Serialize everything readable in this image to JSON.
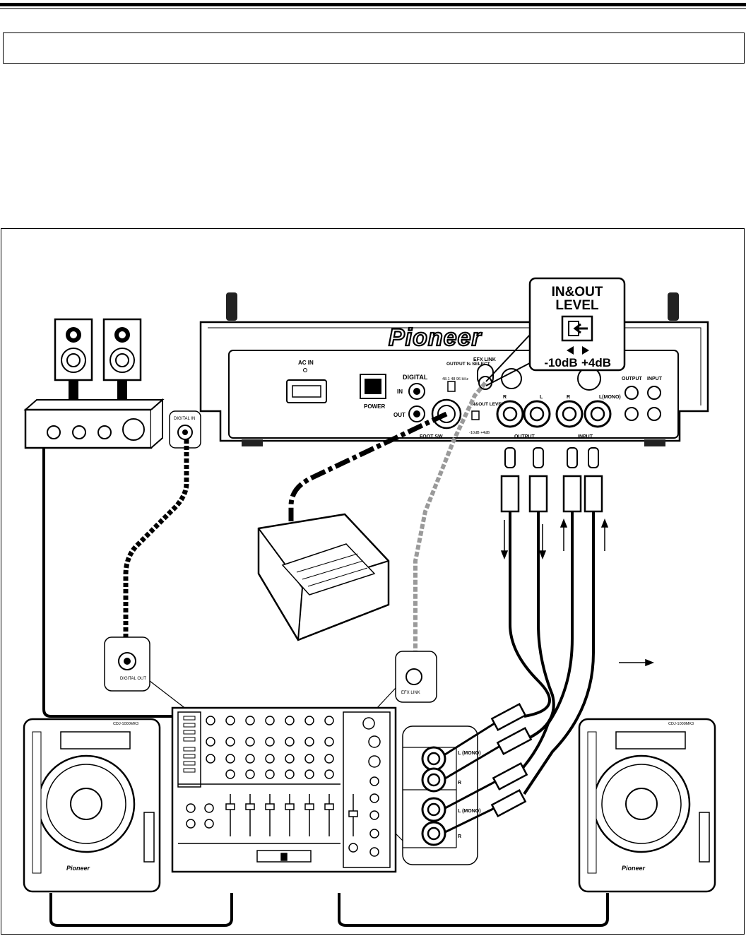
{
  "labels": {
    "ac_in": "AC IN",
    "power": "POWER",
    "digital": "DIGITAL",
    "in": "IN",
    "out": "OUT",
    "output_fs_select": "OUTPUT fs SELECT",
    "fs_values": "48.1 48 96 kHz",
    "efx_link": "EFX LINK",
    "in_out_level": "IN&OUT LEVEL",
    "level_small": "-10dB +4dB",
    "foot_sw": "FOOT SW",
    "r": "R",
    "l": "L",
    "l_mono": "L(MONO)",
    "output": "OUTPUT",
    "input": "INPUT",
    "callout_title_1": "IN&OUT",
    "callout_title_2": "LEVEL",
    "callout_minus": "-10dB",
    "callout_plus": "+4dB",
    "amp_digital_in": "DIGITAL IN",
    "mixer_digital_out": "DIGITAL OUT",
    "mixer_efx_link": "EFX LINK",
    "panel_l_mono": "L (MONO)",
    "panel_r": "R",
    "panel_l_mono_2": "L (MONO)",
    "panel_r_2": "R",
    "cdj_brand": "Pioneer",
    "cdj_model": "CDJ-1000MK3"
  },
  "logo_text": "Pioneer",
  "colors": {
    "line": "#000000",
    "fill_gray": "#d9d9d9",
    "dashed_gray": "#9a9a9a"
  }
}
